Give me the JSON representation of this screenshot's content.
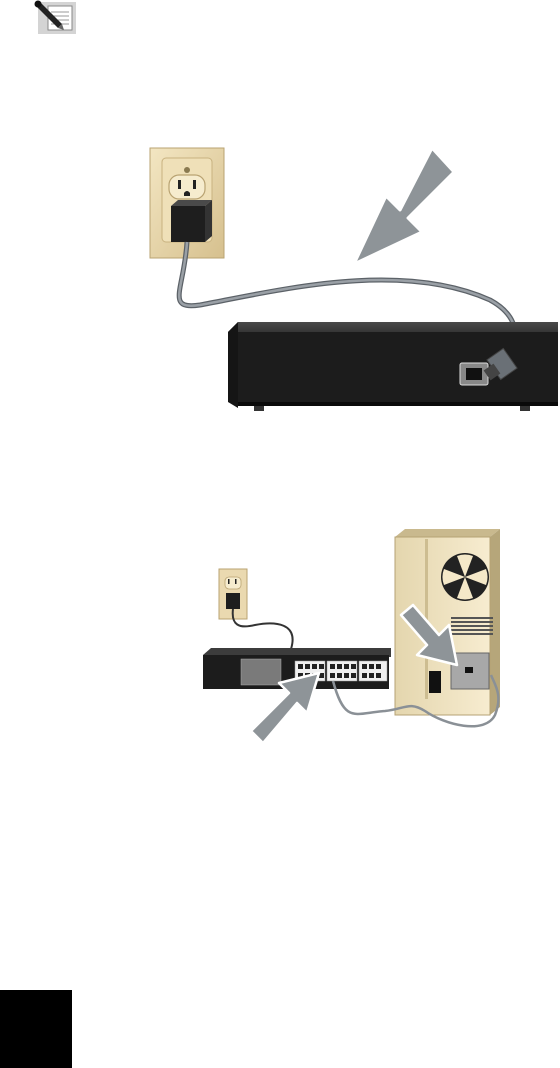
{
  "figures": [
    {
      "kind": "illustration",
      "subject": "power-adapter-to-switch"
    },
    {
      "kind": "illustration",
      "subject": "switch-to-computer-network-cable"
    }
  ],
  "icons": {
    "note": "note-pencil-icon",
    "arrow": "pointer-arrow-icon"
  },
  "colors": {
    "arrow_fill": "#8e9498",
    "device_body": "#1c1c1c",
    "wall_plate": "#ead9b0",
    "cable": "#8a9096",
    "pc_case": "#f1e5c4"
  }
}
